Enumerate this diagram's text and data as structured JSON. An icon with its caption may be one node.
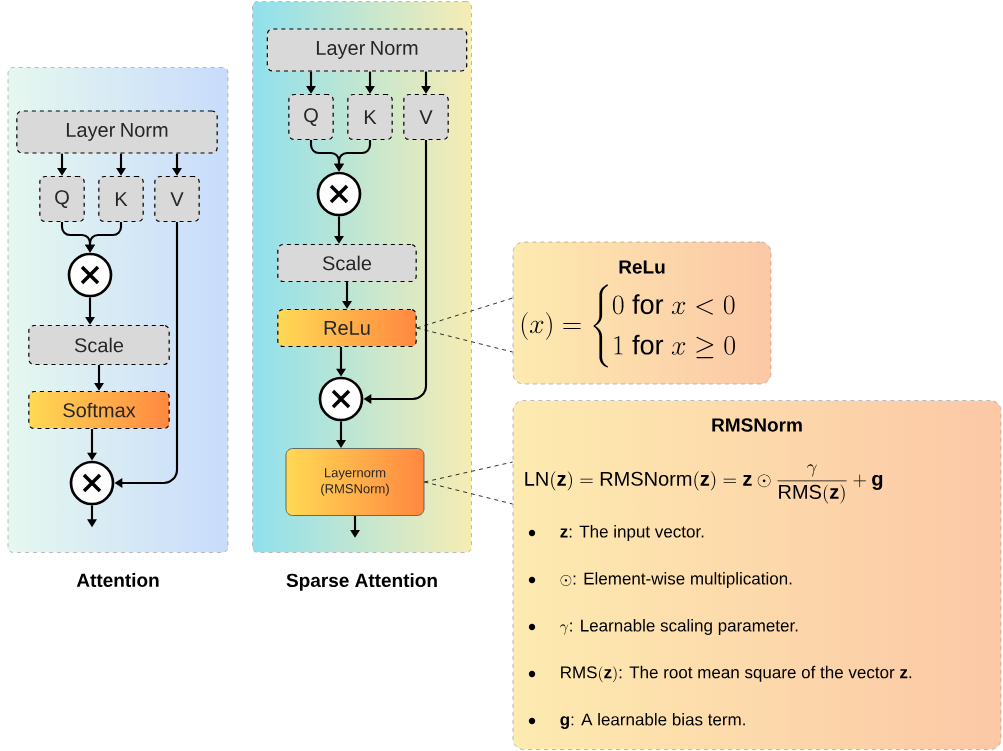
{
  "diagram": {
    "nodes": [
      {
        "text": [
          "Attention"
        ]
      },
      {
        "text": [
          "Layer Norm"
        ],
        "in": 0
      },
      {
        "text": [
          "Q"
        ],
        "in": 0
      },
      {
        "text": [
          "K"
        ],
        "in": 0
      },
      {
        "text": [
          "V"
        ],
        "in": 0
      },
      {
        "text": [],
        "shape": "circle",
        "in": 0
      },
      {
        "text": [
          "Scale"
        ],
        "in": 0
      },
      {
        "text": [
          "Softmax"
        ],
        "in": 0
      },
      {
        "text": [],
        "shape": "circle",
        "in": 0
      },
      {
        "text": [
          "Sparse Attention"
        ]
      },
      {
        "text": [
          "Layer Norm"
        ],
        "in": 9
      },
      {
        "text": [
          "Q"
        ],
        "in": 9
      },
      {
        "text": [
          "K"
        ],
        "in": 9
      },
      {
        "text": [
          "V"
        ],
        "in": 9
      },
      {
        "text": [],
        "shape": "circle",
        "in": 9
      },
      {
        "text": [
          "Scale"
        ],
        "in": 9
      },
      {
        "text": [
          "ReLu"
        ],
        "in": 9
      },
      {
        "text": [],
        "shape": "circle",
        "in": 9
      },
      {
        "text": [
          "Layernorm (RMSNorm)"
        ],
        "in": 9
      },
      {
        "text": [
          "ReLu",
          "(x) = \\begin{cases} 0 \\mathrm{\\ for\\ } x < 0 \\\\ 1 \\mathrm{\\ for\\ } x \\geq 0 \\end{cases}"
        ]
      },
      {
        "text": [
          "RMSNorm",
          "\\mathrm{LN}(\\mathbf{z}) = \\mathrm{RMSNorm}(\\mathbf{z}) = \\mathbf{z} \\odot \\frac{\\gamma}{\\mathrm{RMS}(\\mathbf{z})} + \\mathbf{g}",
          "\\mathbf{z}\\text{: The input vector.}",
          "\\odot\\text{: Element-wise multiplication.}",
          "\\gamma\\text{: Learnable scaling parameter.}",
          "\\mathrm{RMS}(\\mathbf{z})\\text{: The root mean square of the vector }\\mathbf{z}\\text{.}",
          "\\mathbf{g}\\text{: A learnable bias term.}"
        ]
      }
    ],
    "edges": [
      {
        "from": 1,
        "to": 2,
        "arrow": "to"
      },
      {
        "from": 1,
        "to": 3,
        "arrow": "to"
      },
      {
        "from": 1,
        "to": 4,
        "arrow": "to"
      },
      {
        "from": 2,
        "to": 5,
        "arrow": "to"
      },
      {
        "from": 3,
        "to": 5,
        "arrow": "to"
      },
      {
        "from": 5,
        "to": 6,
        "arrow": "to"
      },
      {
        "from": 6,
        "to": 7,
        "arrow": "to"
      },
      {
        "from": 7,
        "to": 8,
        "arrow": "to"
      },
      {
        "from": 4,
        "to": 8,
        "arrow": "to"
      },
      {
        "from": 8,
        "to": null,
        "arrow": "to"
      },
      {
        "from": 10,
        "to": 11,
        "arrow": "to"
      },
      {
        "from": 10,
        "to": 12,
        "arrow": "to"
      },
      {
        "from": 10,
        "to": 13,
        "arrow": "to"
      },
      {
        "from": 11,
        "to": 14,
        "arrow": "to"
      },
      {
        "from": 12,
        "to": 14,
        "arrow": "to"
      },
      {
        "from": 14,
        "to": 15,
        "arrow": "to"
      },
      {
        "from": 15,
        "to": 16,
        "arrow": "to"
      },
      {
        "from": 16,
        "to": 17,
        "arrow": "to"
      },
      {
        "from": 13,
        "to": 17,
        "arrow": "to"
      },
      {
        "from": 17,
        "to": 18,
        "arrow": "to"
      },
      {
        "from": 18,
        "to": null,
        "arrow": "to"
      },
      {
        "from": 16,
        "to": 19,
        "arrow": "none",
        "style": "dashed"
      },
      {
        "from": 16,
        "to": 19,
        "arrow": "none",
        "style": "dashed"
      },
      {
        "from": 18,
        "to": 20,
        "arrow": "none",
        "style": "dashed"
      },
      {
        "from": 18,
        "to": 20,
        "arrow": "none",
        "style": "dashed"
      }
    ]
  }
}
